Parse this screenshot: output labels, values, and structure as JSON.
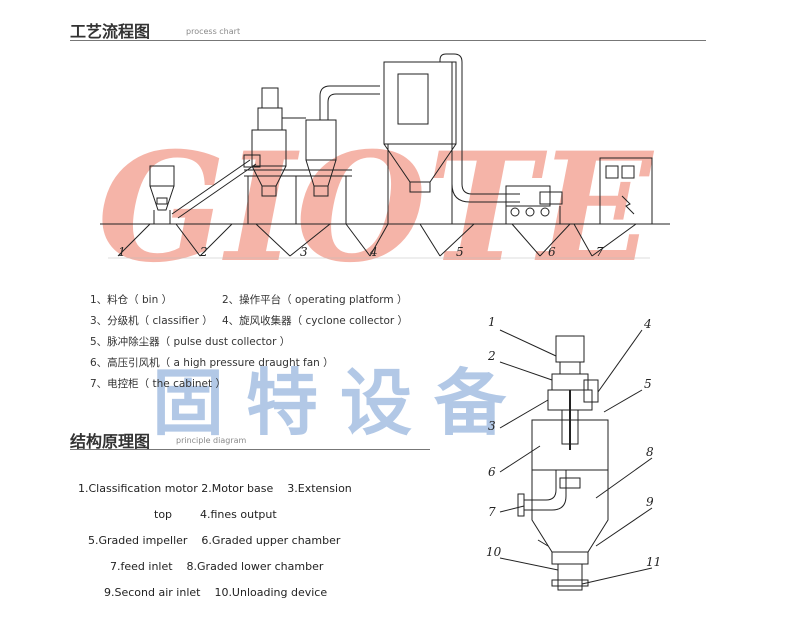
{
  "headings": {
    "process_title": "工艺流程图",
    "process_sub": "process chart",
    "principle_title": "结构原理图",
    "principle_sub": "principle diagram"
  },
  "watermark": {
    "latin": "GIOTE",
    "chinese": "固特设备"
  },
  "process_numbers": [
    "1",
    "2",
    "3",
    "4",
    "5",
    "6",
    "7"
  ],
  "legend": [
    "1、料仓（ bin ）",
    "2、操作平台（ operating platform ）",
    "3、分级机（ classifier ）",
    "4、旋风收集器（ cyclone collector ）",
    "5、脉冲除尘器（ pulse dust collector ）",
    "6、高压引风机（ a high pressure draught fan ）",
    "7、电控柜（ the cabinet ）"
  ],
  "parts_description": [
    "1.Classification motor 2.Motor base    3.Extension",
    "top        4.fines output",
    "5.Graded impeller    6.Graded upper chamber",
    "7.feed inlet    8.Graded lower chamber",
    "9.Second air inlet    10.Unloading device"
  ],
  "principle_numbers": [
    "1",
    "2",
    "3",
    "4",
    "5",
    "6",
    "7",
    "8",
    "9",
    "10",
    "11"
  ],
  "colors": {
    "watermark_red": "#f4a89a",
    "watermark_blue": "#9fbbe0",
    "line": "#222222"
  }
}
